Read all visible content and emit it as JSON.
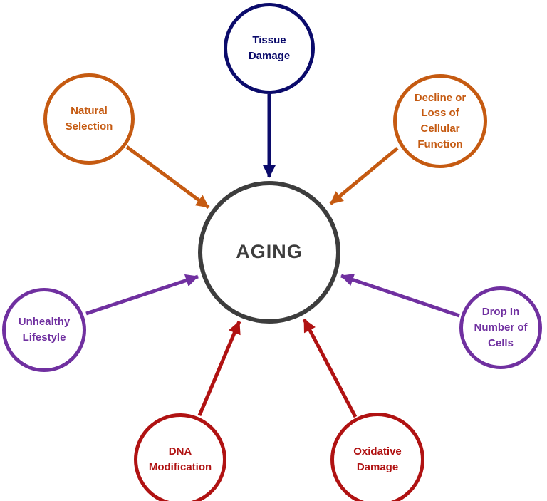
{
  "diagram": {
    "center": {
      "label": "AGING",
      "color": "#3d3d3d"
    },
    "nodes": [
      {
        "id": "tissue-damage",
        "label": "Tissue Damage",
        "color": "#0b0b6b"
      },
      {
        "id": "natural-selection",
        "label": "Natural\nSelection",
        "color": "#c55a11"
      },
      {
        "id": "decline-cellular-function",
        "label": "Decline or\nLoss of Cellular\nFunction",
        "color": "#c55a11"
      },
      {
        "id": "unhealthy-lifestyle",
        "label": "Unhealthy\nLifestyle",
        "color": "#7030a0"
      },
      {
        "id": "drop-number-of-cells",
        "label": "Drop In\nNumber of\nCells",
        "color": "#7030a0"
      },
      {
        "id": "dna-modification",
        "label": "DNA\nModification",
        "color": "#b01212"
      },
      {
        "id": "oxidative-damage",
        "label": "Oxidative\nDamage",
        "color": "#b01212"
      }
    ],
    "palette": {
      "navy": "#0b0b6b",
      "orange": "#c55a11",
      "purple": "#7030a0",
      "red": "#b01212",
      "gray": "#3d3d3d"
    }
  }
}
